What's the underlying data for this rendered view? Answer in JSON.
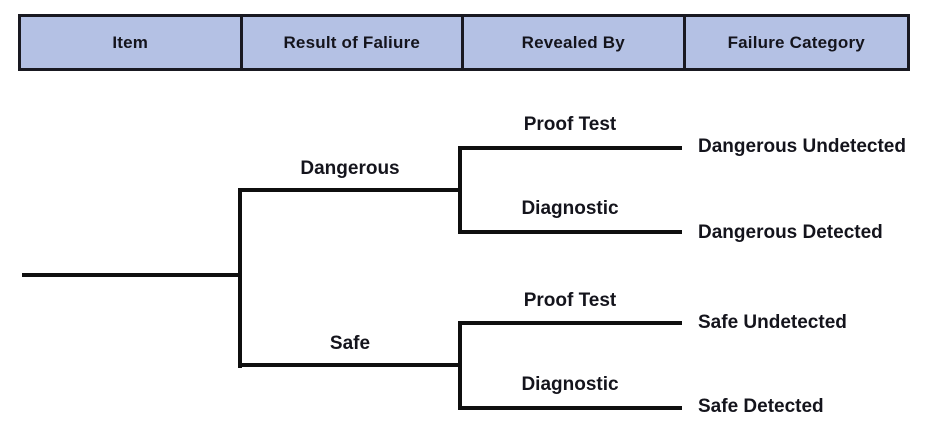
{
  "table": {
    "columns": [
      {
        "label": "Item"
      },
      {
        "label": "Result of Faliure"
      },
      {
        "label": "Revealed By"
      },
      {
        "label": "Failure Category"
      }
    ]
  },
  "tree": {
    "branches": [
      {
        "label": "Dangerous",
        "children": [
          {
            "label": "Proof Test",
            "category": "Dangerous Undetected"
          },
          {
            "label": "Diagnostic",
            "category": "Dangerous Detected"
          }
        ]
      },
      {
        "label": "Safe",
        "children": [
          {
            "label": "Proof Test",
            "category": "Safe Undetected"
          },
          {
            "label": "Diagnostic",
            "category": "Safe Detected"
          }
        ]
      }
    ]
  },
  "colors": {
    "header_fill": "#b4c1e4",
    "header_border": "#191921",
    "line": "#0f0f0f",
    "text": "#14141c",
    "background": "#ffffff"
  }
}
